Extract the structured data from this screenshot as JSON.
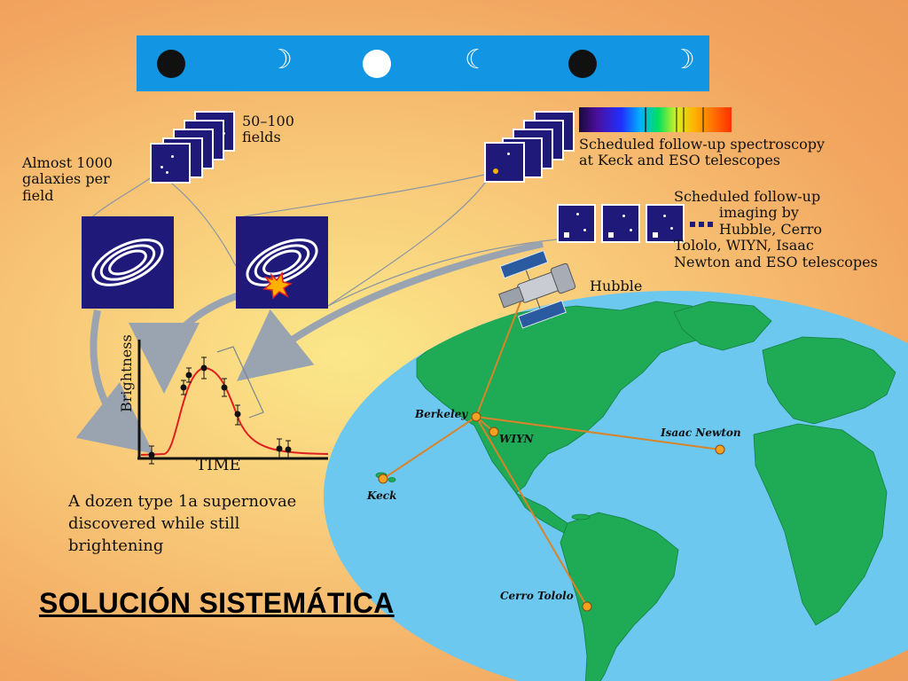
{
  "labels": {
    "fields": "50–100\nfields",
    "galaxies": "Almost 1000\ngalaxies per\nfield",
    "spectroscopy": "Scheduled follow-up spectroscopy\nat Keck and ESO telescopes",
    "imaging": "Scheduled follow-up\n          imaging by\n          Hubble, Cerro\nTololo, WIYN, Isaac\nNewton and ESO telescopes",
    "hubble": "Hubble",
    "brightness": "Brightness",
    "time": "TIME",
    "discovered": "A dozen type 1a supernovae\ndiscovered while still\nbrightening",
    "title": "SOLUCIÓN SISTEMÁTICA"
  },
  "sites": {
    "berkeley": "Berkeley",
    "wiyn": "WIYN",
    "isaac_newton": "Isaac Newton",
    "keck": "Keck",
    "cerro_tololo": "Cerro Tololo"
  },
  "colors": {
    "ocean": "#6cc8ee",
    "land": "#1faa55",
    "link": "#d9832a",
    "node": "#f4a020",
    "field": "#1f1a7a",
    "curve": "#e02020",
    "moon_strip": "#1296e3",
    "arrow": "#9aa4b0"
  },
  "moon_phases": [
    "new-moon-icon",
    "first-quarter-icon",
    "full-moon-icon",
    "last-quarter-icon",
    "new-moon-icon",
    "first-quarter-icon"
  ],
  "icons": [
    "galaxy-icon",
    "supernova-galaxy-icon",
    "hubble-telescope-icon",
    "spectrum-icon"
  ]
}
